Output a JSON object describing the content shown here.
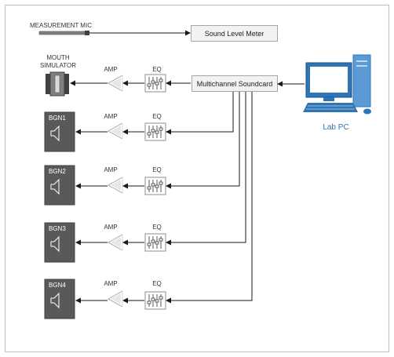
{
  "diagram": {
    "mic_label": "MEASUREMENT MIC",
    "sound_level_meter": "Sound Level Meter",
    "soundcard": "Multichannel Soundcard",
    "pc_label": "Lab PC",
    "mouth_label_line1": "MOUTH",
    "mouth_label_line2": "SIMULATOR",
    "amp_label": "AMP",
    "eq_label": "EQ",
    "bgn_labels": [
      "BGN1",
      "BGN2",
      "BGN3",
      "BGN4"
    ]
  },
  "colors": {
    "frame_border": "#bfbfbf",
    "box_fill": "#f2f2f2",
    "box_border": "#a6a6a6",
    "bgn_fill": "#595959",
    "pc_blue": "#2e75b6",
    "wire": "#1a1a1a"
  }
}
